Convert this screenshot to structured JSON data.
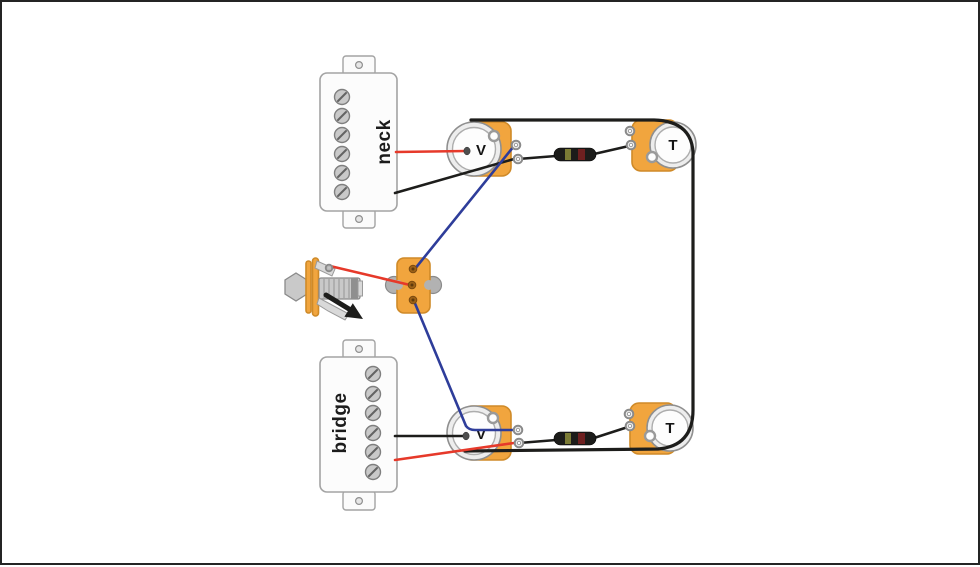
{
  "diagram": {
    "type": "guitar-wiring-diagram",
    "pickups": [
      {
        "id": "neck",
        "label": "neck"
      },
      {
        "id": "bridge",
        "label": "bridge"
      }
    ],
    "pots": [
      {
        "id": "neck-volume",
        "label": "V"
      },
      {
        "id": "neck-tone",
        "label": "T"
      },
      {
        "id": "bridge-volume",
        "label": "V"
      },
      {
        "id": "bridge-tone",
        "label": "T"
      }
    ],
    "components": {
      "switch": "pickup-selector-switch",
      "jack": "output-jack",
      "capacitor_count": 2
    }
  },
  "colors": {
    "wire_red": "#e6392a",
    "wire_blue": "#2e3d9a",
    "wire_black": "#1d1d1b",
    "pot_body_orange": "#f1a53e",
    "pot_body_border": "#cf8a28",
    "cap_band_olive": "#7b7b35",
    "cap_band_red": "#6e2020",
    "metal_gray": "#c9c9c9",
    "frame_border": "#242424"
  }
}
